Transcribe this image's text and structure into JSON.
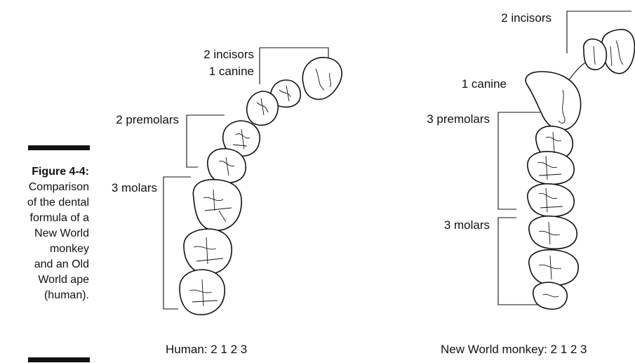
{
  "caption": {
    "figure_label": "Figure 4-4:",
    "lines": [
      "Comparison",
      "of the dental",
      "formula of a",
      "New World",
      "monkey",
      "and an Old",
      "World ape",
      "(human)."
    ]
  },
  "human": {
    "incisors": "2 incisors",
    "canine": "1 canine",
    "premolars": "2 premolars",
    "molars": "3 molars",
    "formula": "Human: 2 1 2 3"
  },
  "monkey": {
    "incisors": "2 incisors",
    "canine": "1 canine",
    "premolars": "3 premolars",
    "molars": "3 molars",
    "formula": "New World monkey: 2 1 2 3"
  }
}
